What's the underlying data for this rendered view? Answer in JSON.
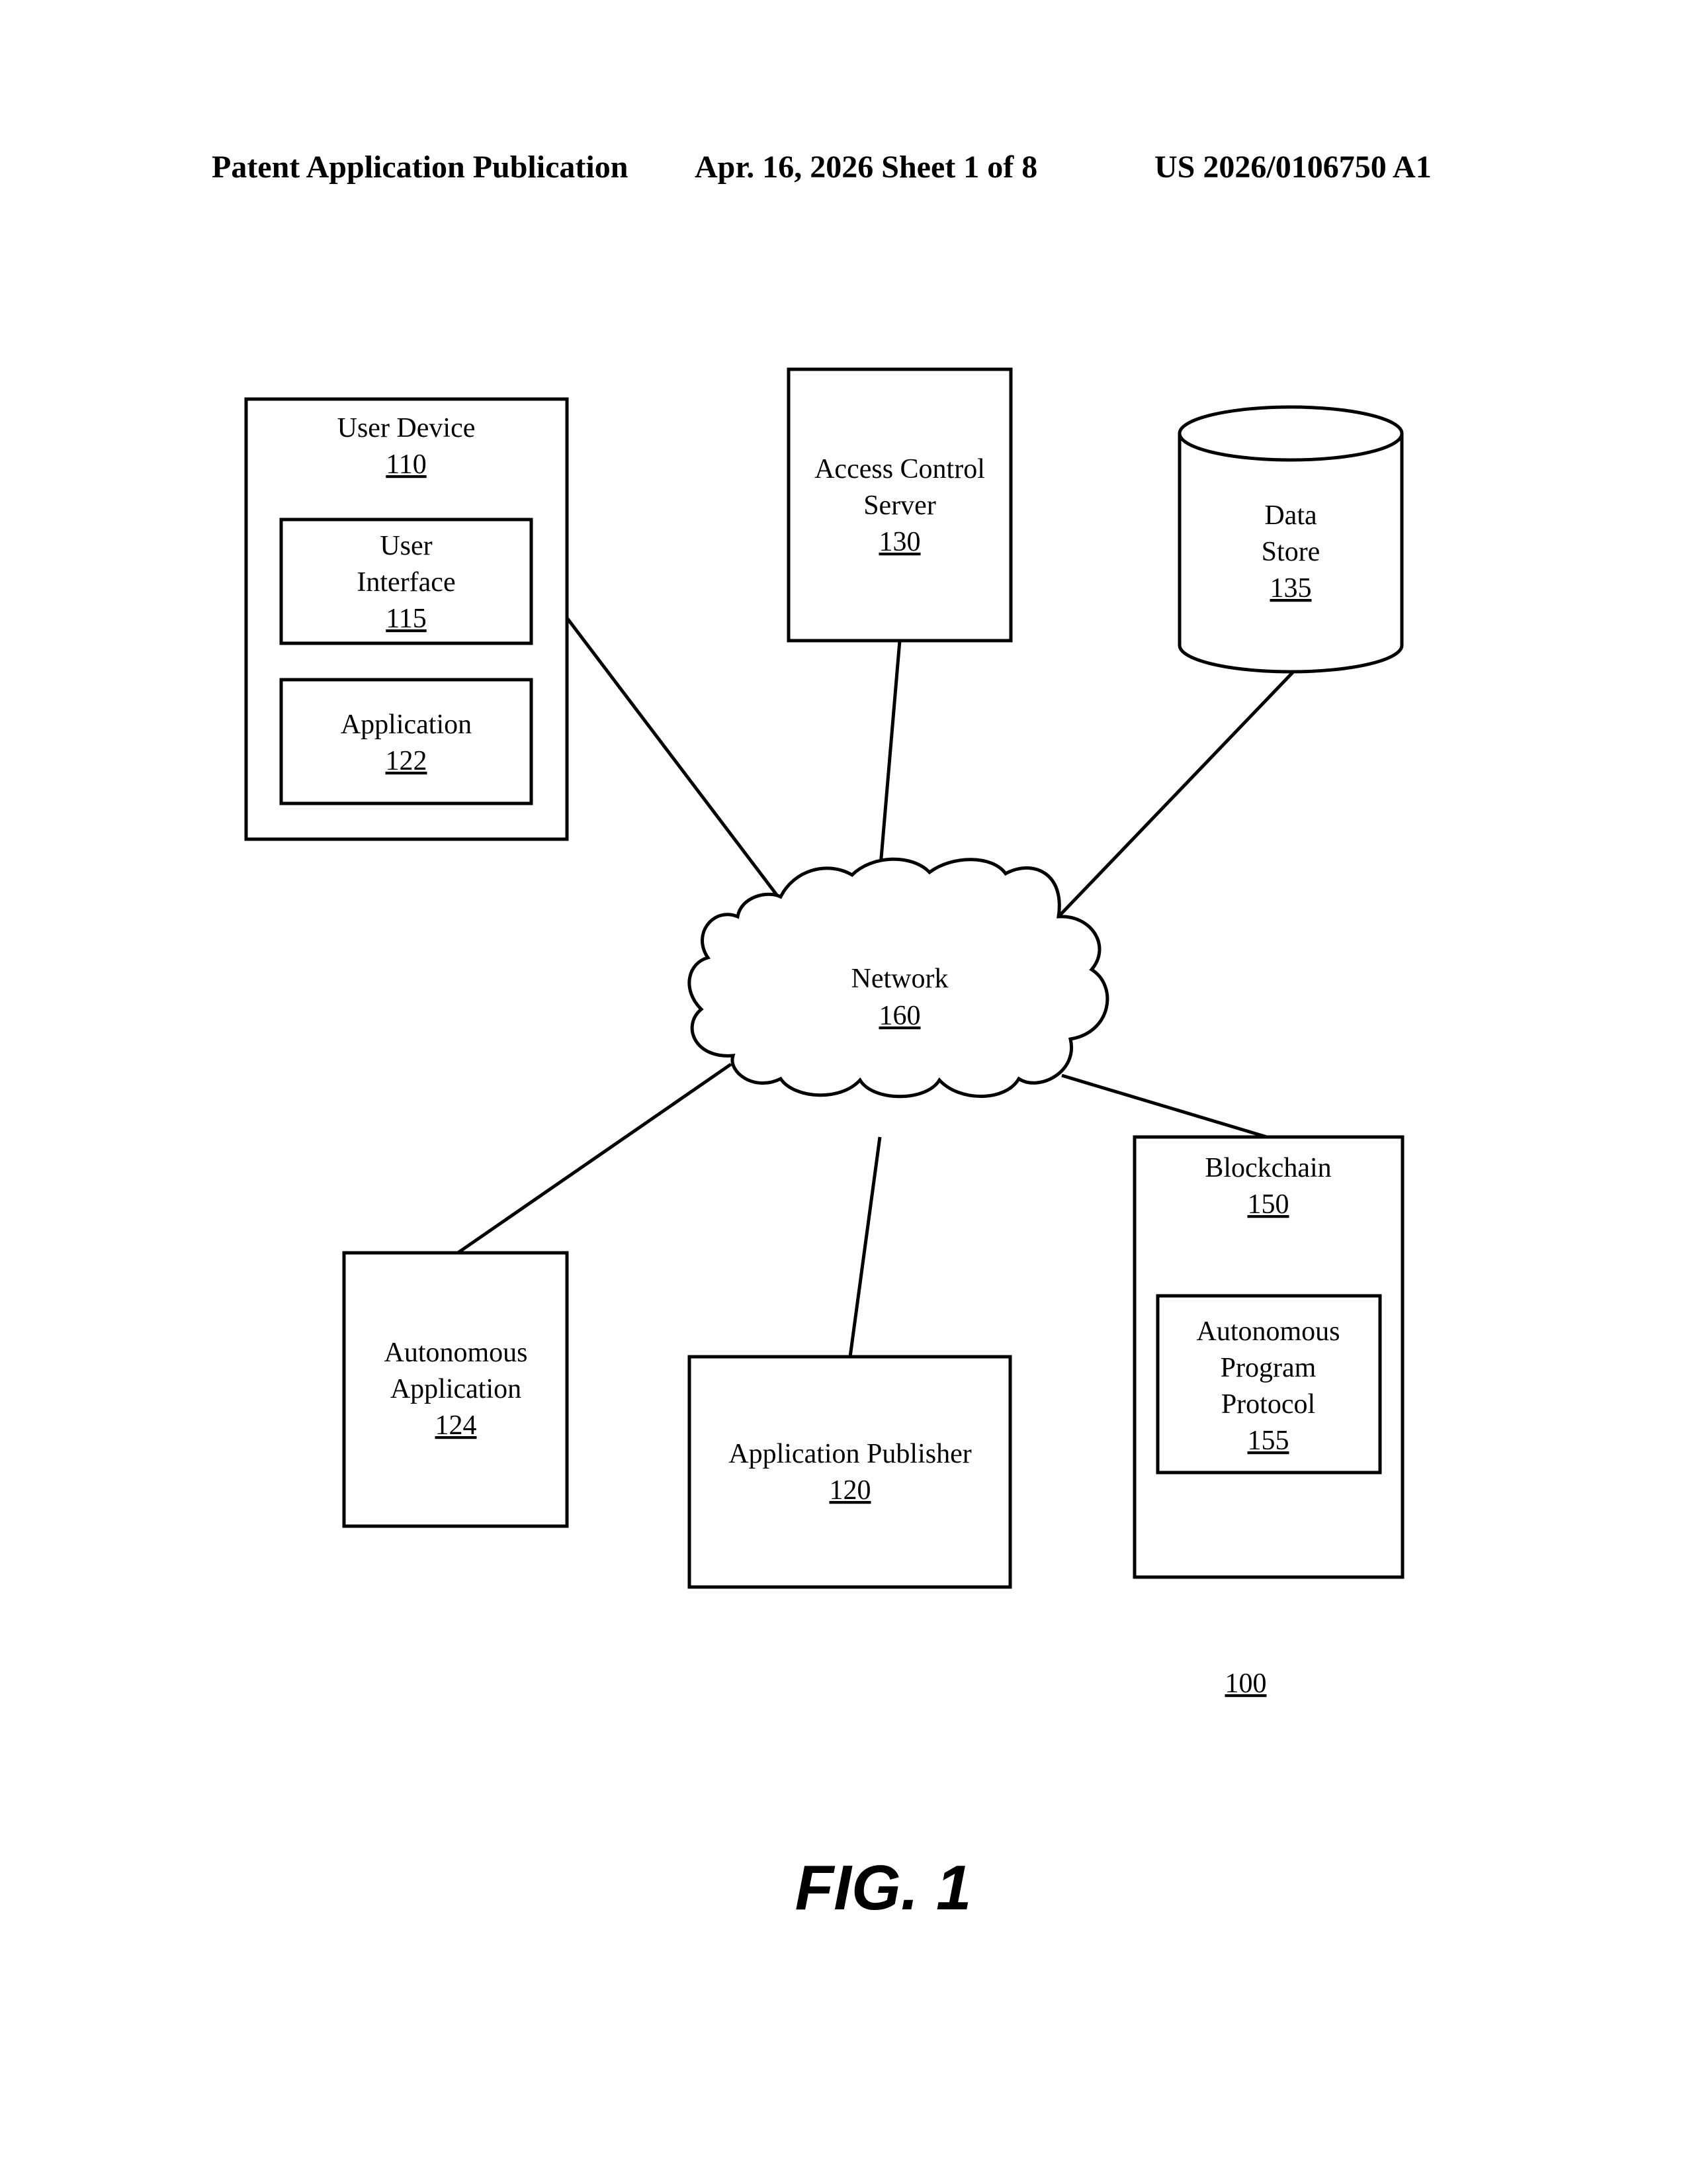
{
  "header": {
    "left": "Patent Application Publication",
    "middle": "Apr. 16, 2026  Sheet 1 of 8",
    "right": "US 2026/0106750 A1"
  },
  "nodes": {
    "user_device": {
      "label": "User Device",
      "ref": "110"
    },
    "user_interface": {
      "label_line1": "User",
      "label_line2": "Interface",
      "ref": "115"
    },
    "application": {
      "label": "Application",
      "ref": "122"
    },
    "access_control_server": {
      "label_line1": "Access Control",
      "label_line2": "Server",
      "ref": "130"
    },
    "data_store": {
      "label_line1": "Data",
      "label_line2": "Store",
      "ref": "135"
    },
    "network": {
      "label": "Network",
      "ref": "160"
    },
    "blockchain": {
      "label": "Blockchain",
      "ref": "150"
    },
    "autonomous_program_protocol": {
      "label_line1": "Autonomous",
      "label_line2": "Program",
      "label_line3": "Protocol",
      "ref": "155"
    },
    "autonomous_application": {
      "label_line1": "Autonomous",
      "label_line2": "Application",
      "ref": "124"
    },
    "application_publisher": {
      "label": "Application Publisher",
      "ref": "120"
    }
  },
  "system_ref": "100",
  "figure_label": "FIG. 1"
}
